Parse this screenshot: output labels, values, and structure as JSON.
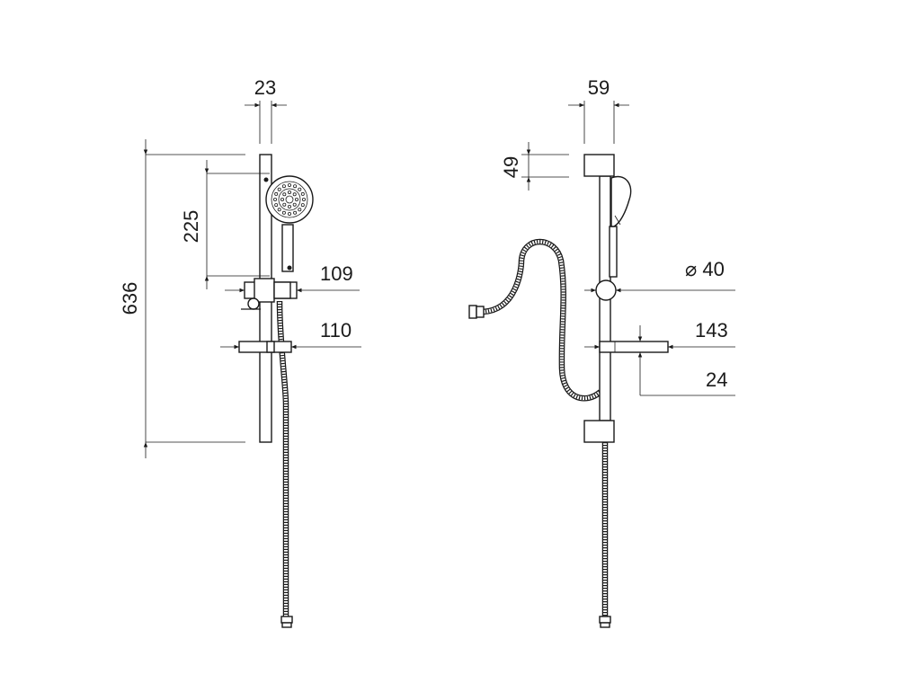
{
  "dimensions": {
    "side_view": {
      "bar_width": "23",
      "overall_height": "636",
      "head_distance": "225",
      "holder_depth": "109",
      "shelf_depth": "110"
    },
    "front_view": {
      "bracket_width": "59",
      "bracket_height": "49",
      "slider_diameter": "⌀ 40",
      "shelf_width": "143",
      "shelf_height": "24"
    }
  }
}
